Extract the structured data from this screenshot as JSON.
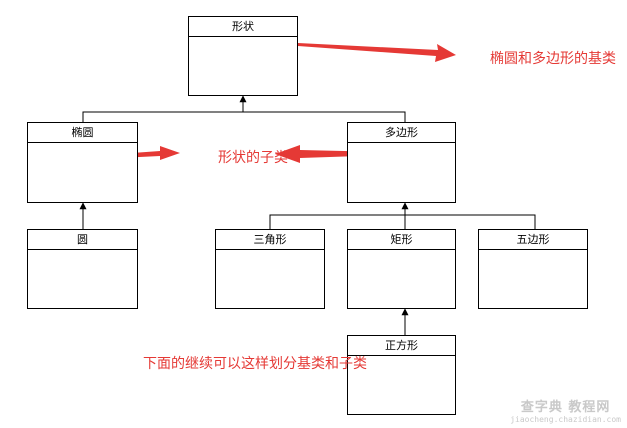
{
  "classes": {
    "shape": "形状",
    "ellipse": "椭圆",
    "polygon": "多边形",
    "circle": "圆",
    "triangle": "三角形",
    "rectangle": "矩形",
    "pentagon": "五边形",
    "square": "正方形"
  },
  "annotations": {
    "base_classes": "椭圆和多边形的基类",
    "subclasses": "形状的子类",
    "inheritance_note": "下面的继续可以这样划分基类和子类"
  },
  "watermark": {
    "main": "查字典 教程网",
    "sub": "jiaocheng.chazidian.com"
  },
  "colors": {
    "accent": "#e53935",
    "line": "#000000"
  }
}
